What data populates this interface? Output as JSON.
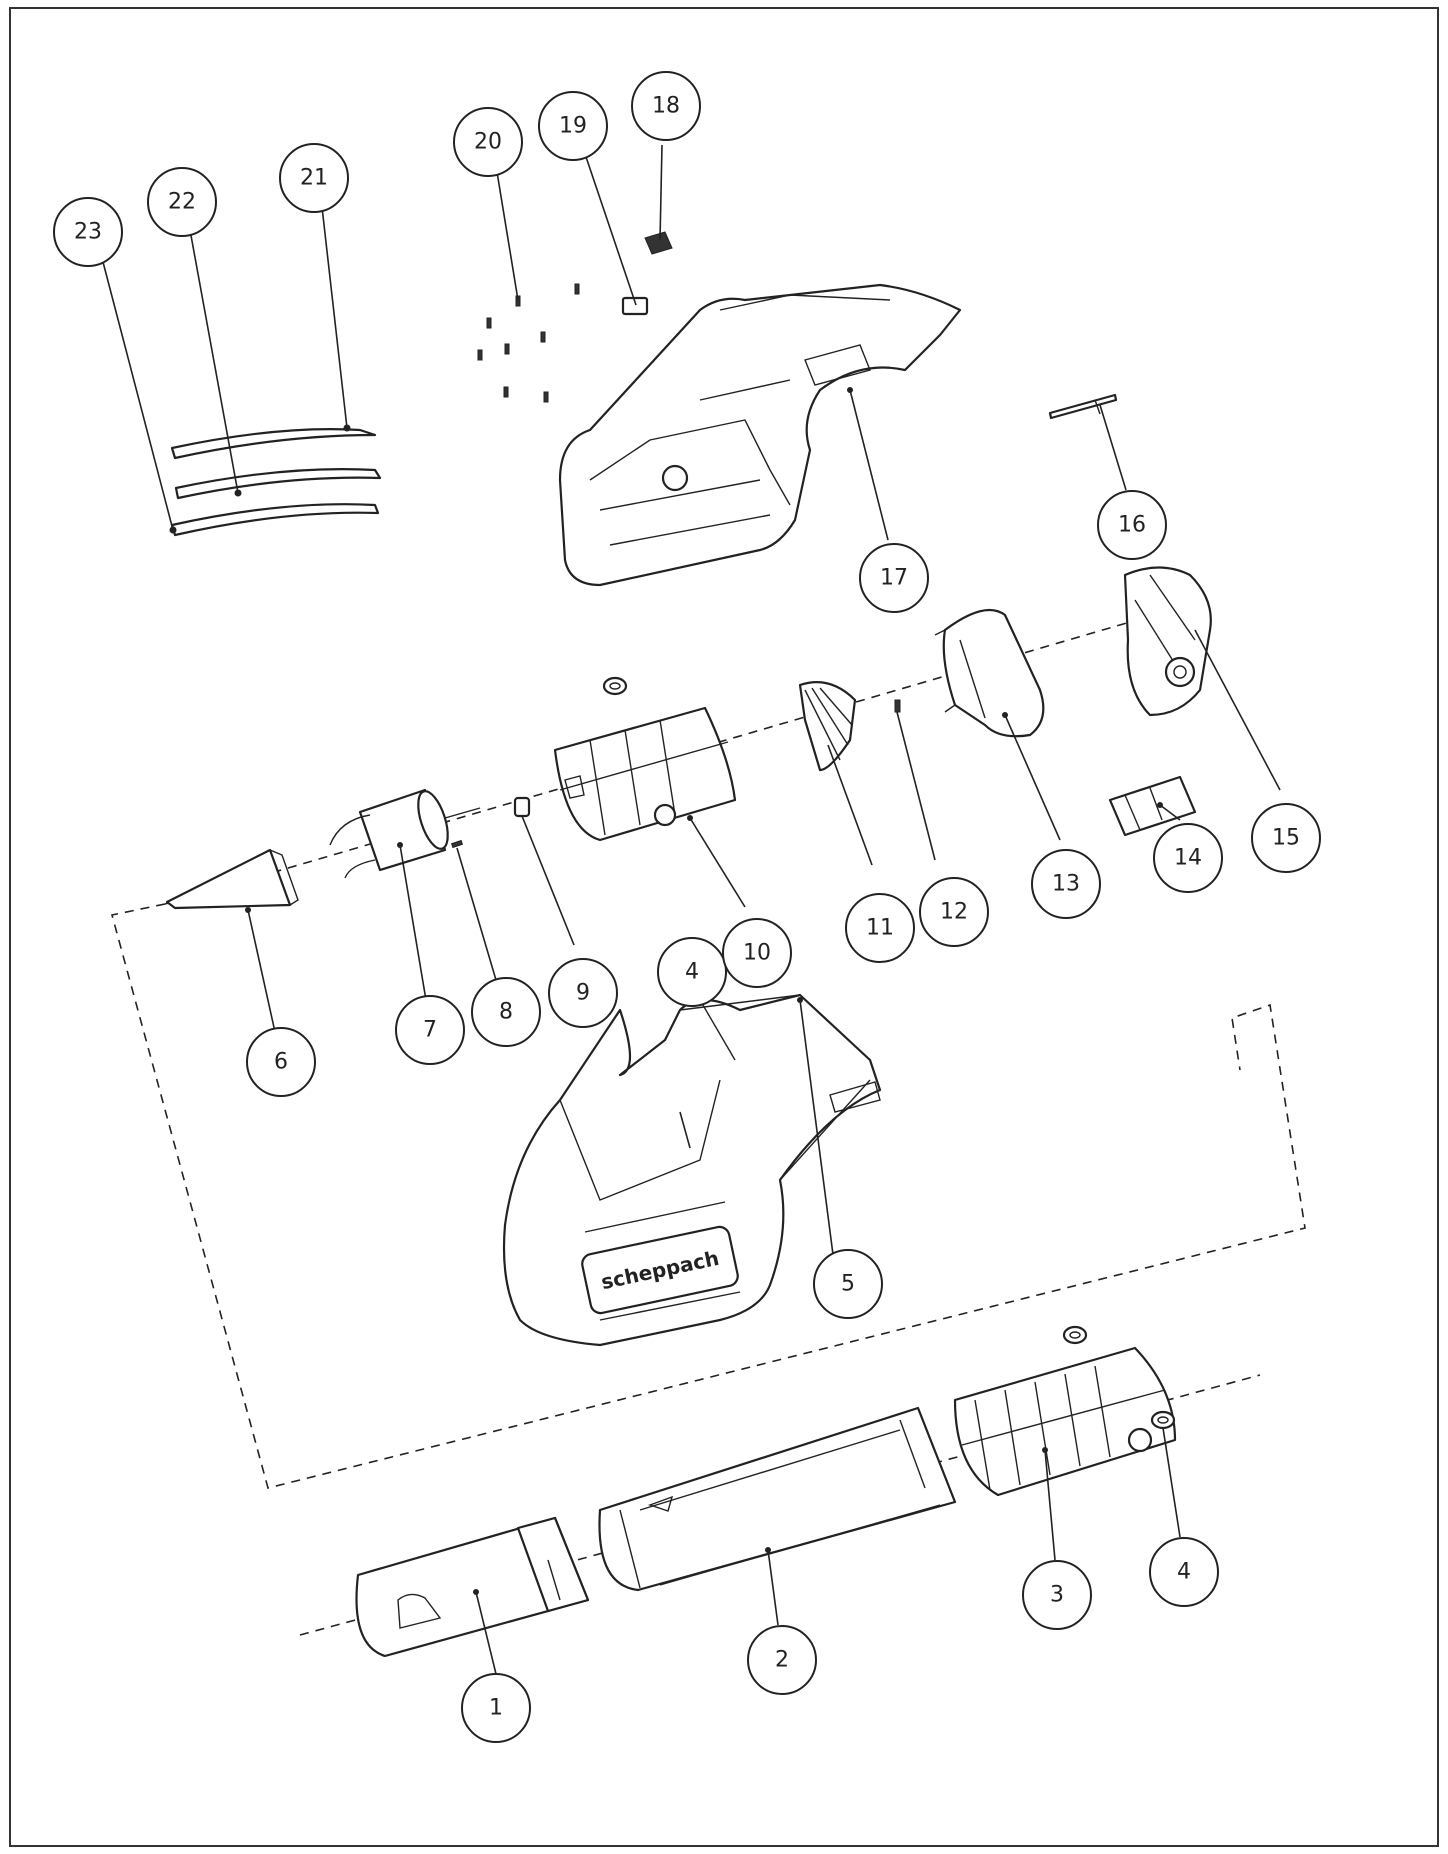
{
  "brand_logo": "scheppach",
  "callouts": [
    {
      "id": "c1",
      "label": "1"
    },
    {
      "id": "c2",
      "label": "2"
    },
    {
      "id": "c3",
      "label": "3"
    },
    {
      "id": "c4a",
      "label": "4"
    },
    {
      "id": "c4b",
      "label": "4"
    },
    {
      "id": "c5",
      "label": "5"
    },
    {
      "id": "c6",
      "label": "6"
    },
    {
      "id": "c7",
      "label": "7"
    },
    {
      "id": "c8",
      "label": "8"
    },
    {
      "id": "c9",
      "label": "9"
    },
    {
      "id": "c10",
      "label": "10"
    },
    {
      "id": "c11",
      "label": "11"
    },
    {
      "id": "c12",
      "label": "12"
    },
    {
      "id": "c13",
      "label": "13"
    },
    {
      "id": "c14",
      "label": "14"
    },
    {
      "id": "c15",
      "label": "15"
    },
    {
      "id": "c16",
      "label": "16"
    },
    {
      "id": "c17",
      "label": "17"
    },
    {
      "id": "c18",
      "label": "18"
    },
    {
      "id": "c19",
      "label": "19"
    },
    {
      "id": "c20",
      "label": "20"
    },
    {
      "id": "c21",
      "label": "21"
    },
    {
      "id": "c22",
      "label": "22"
    },
    {
      "id": "c23",
      "label": "23"
    }
  ]
}
